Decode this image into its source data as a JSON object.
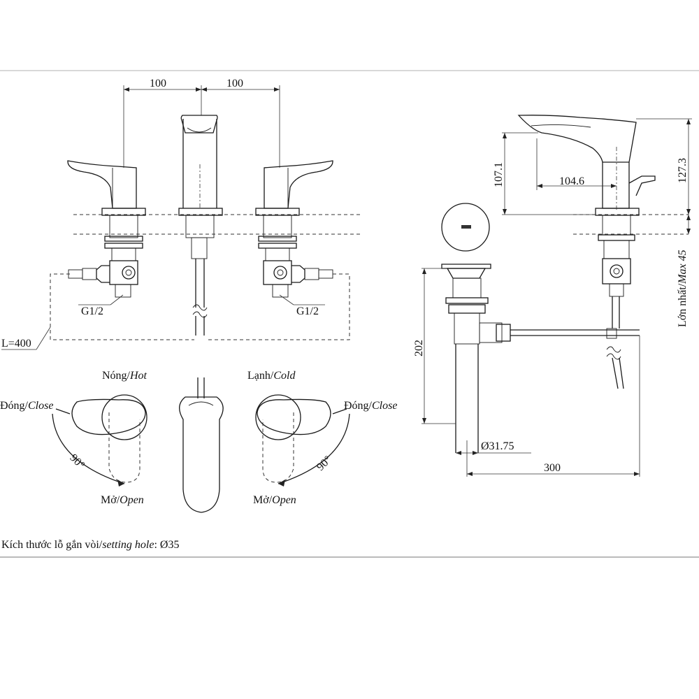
{
  "dimensions": {
    "spacing_left": "100",
    "spacing_right": "100",
    "height_1071": "107.1",
    "reach_1046": "104.6",
    "height_1273": "127.3",
    "drain_202": "202",
    "drain_diameter": "Ø31.75",
    "drain_length": "300",
    "hose_length": "L=400",
    "thread_left": "G1/2",
    "thread_right": "G1/2",
    "deck_max_vn": "Lớn nhất/",
    "deck_max_en": "Max 45"
  },
  "labels": {
    "hot_vn": "Nóng/",
    "hot_en": "Hot",
    "cold_vn": "Lạnh/",
    "cold_en": "Cold",
    "close_left_vn": "Đóng/",
    "close_left_en": "Close",
    "close_right_vn": "Đóng/",
    "close_right_en": "Close",
    "open_left_vn": "Mở/",
    "open_left_en": "Open",
    "open_right_vn": "Mở/",
    "open_right_en": "Open",
    "angle_left": "90°",
    "angle_right": "90°"
  },
  "footer": {
    "note_vn": "Kích thước lỗ gắn vòi/",
    "note_en": "setting hole",
    "note_value": ": Ø35"
  }
}
